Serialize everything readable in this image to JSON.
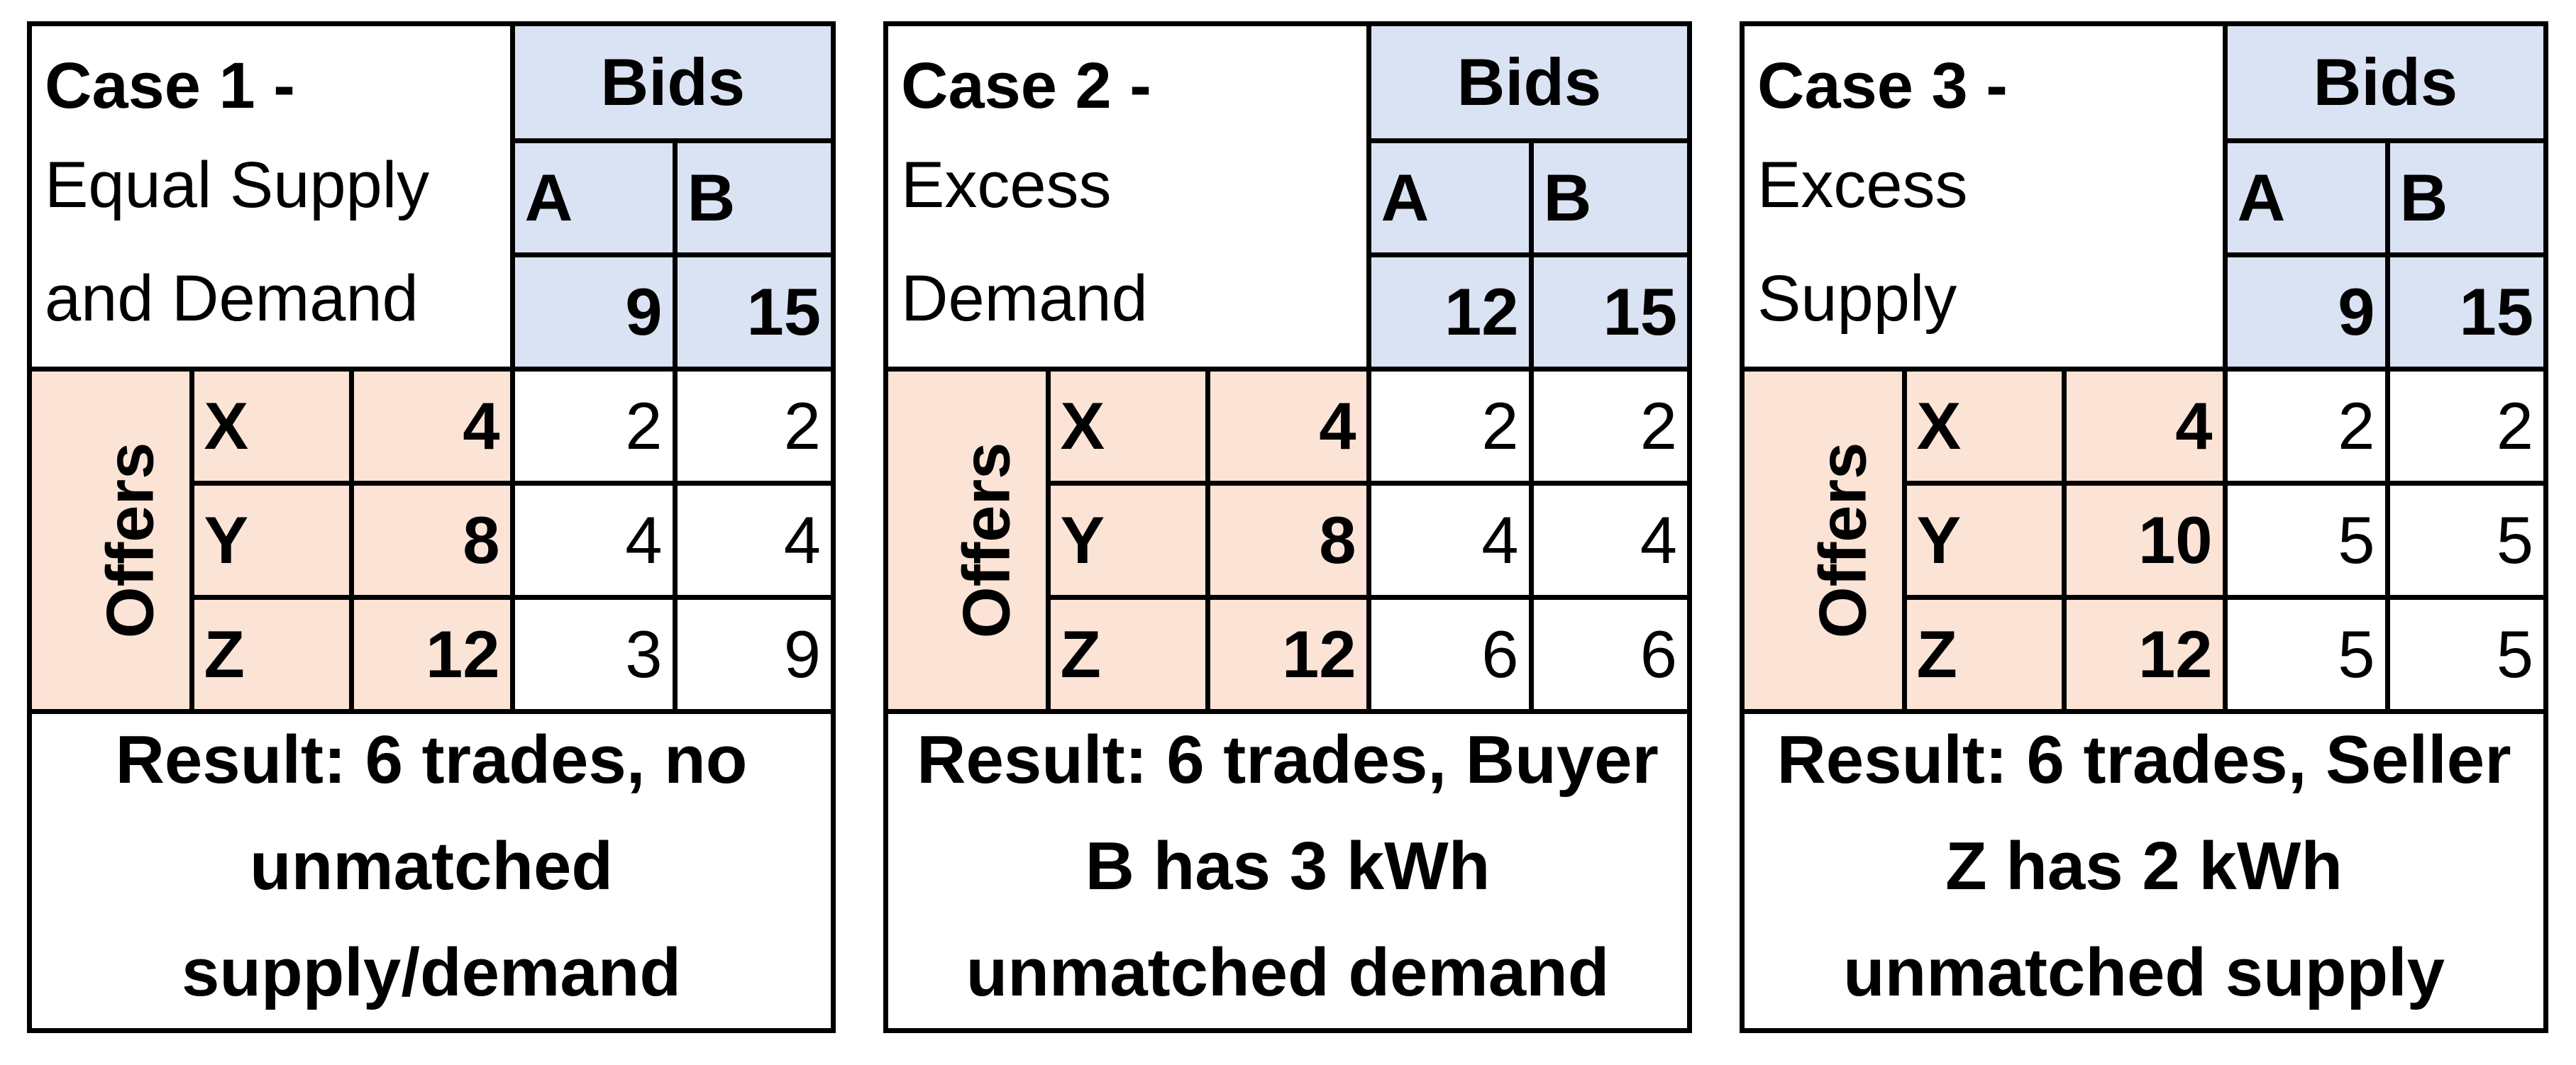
{
  "bids_header": "Bids",
  "offers_label": "Offers",
  "cases": [
    {
      "title": "Case 1 -",
      "subtitle_lines": [
        "Equal Supply",
        "and Demand"
      ],
      "bid_names": [
        "A",
        "B"
      ],
      "bid_values": [
        "9",
        "15"
      ],
      "offers": [
        {
          "name": "X",
          "value": "4",
          "cells": [
            "2",
            "2"
          ]
        },
        {
          "name": "Y",
          "value": "8",
          "cells": [
            "4",
            "4"
          ]
        },
        {
          "name": "Z",
          "value": "12",
          "cells": [
            "3",
            "9"
          ]
        }
      ],
      "result": "Result: 6 trades, no unmatched supply/demand"
    },
    {
      "title": "Case 2 -",
      "subtitle_lines": [
        "Excess",
        "Demand"
      ],
      "bid_names": [
        "A",
        "B"
      ],
      "bid_values": [
        "12",
        "15"
      ],
      "offers": [
        {
          "name": "X",
          "value": "4",
          "cells": [
            "2",
            "2"
          ]
        },
        {
          "name": "Y",
          "value": "8",
          "cells": [
            "4",
            "4"
          ]
        },
        {
          "name": "Z",
          "value": "12",
          "cells": [
            "6",
            "6"
          ]
        }
      ],
      "result": "Result: 6 trades, Buyer B has 3 kWh unmatched demand"
    },
    {
      "title": "Case 3 -",
      "subtitle_lines": [
        "Excess",
        "Supply"
      ],
      "bid_names": [
        "A",
        "B"
      ],
      "bid_values": [
        "9",
        "15"
      ],
      "offers": [
        {
          "name": "X",
          "value": "4",
          "cells": [
            "2",
            "2"
          ]
        },
        {
          "name": "Y",
          "value": "10",
          "cells": [
            "5",
            "5"
          ]
        },
        {
          "name": "Z",
          "value": "12",
          "cells": [
            "5",
            "5"
          ]
        }
      ],
      "result": "Result: 6 trades, Seller Z has 2 kWh unmatched supply"
    }
  ]
}
